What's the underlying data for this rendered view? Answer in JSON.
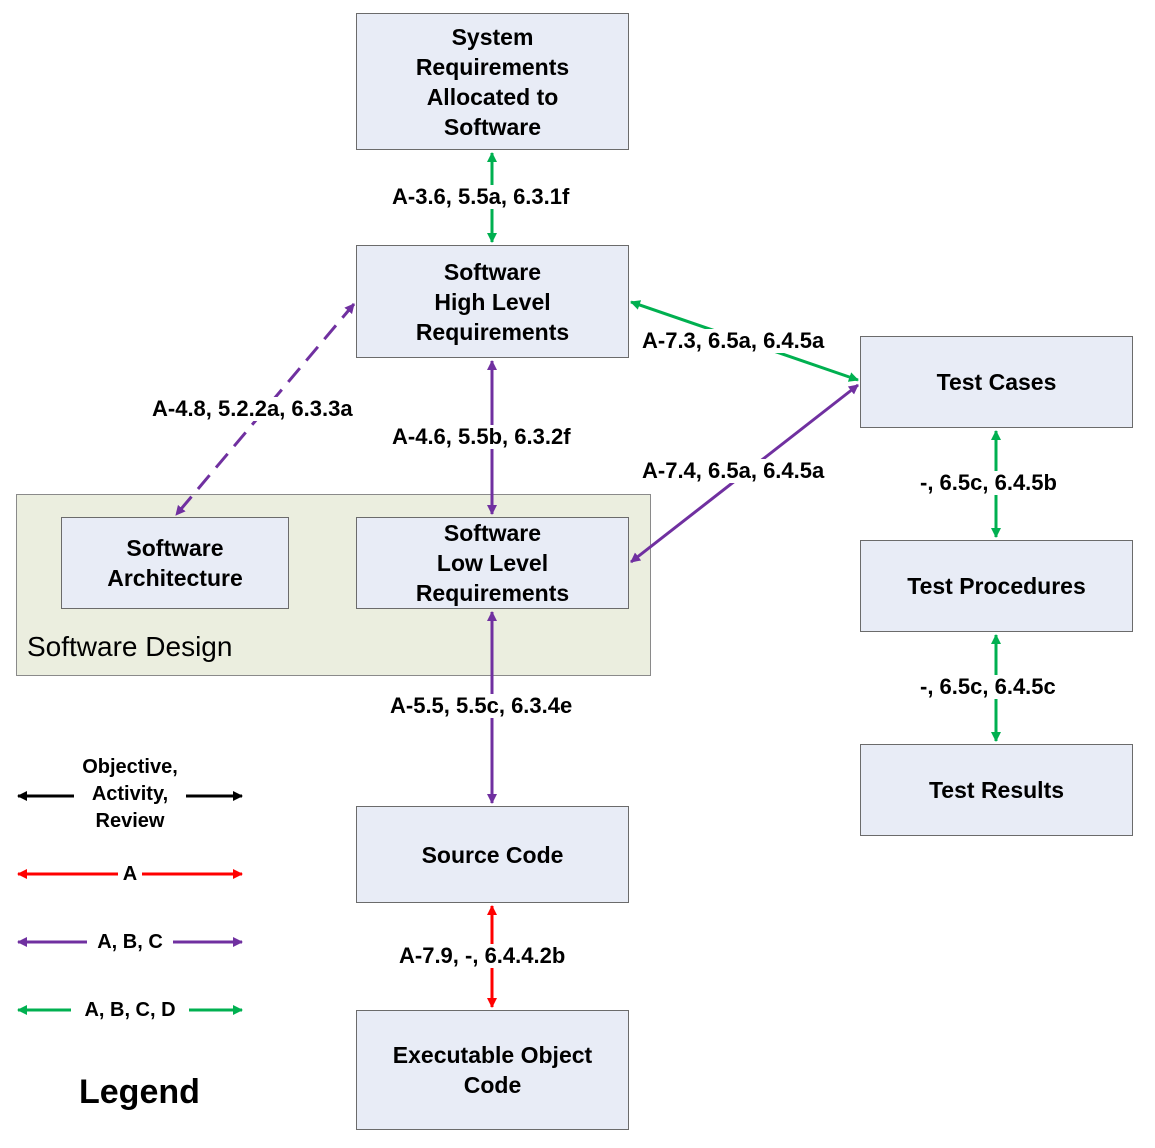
{
  "colors": {
    "green": "#00b050",
    "purple": "#7030a0",
    "red": "#ff0000",
    "black": "#000000",
    "box_fill": "#e8ecf6",
    "group_fill": "#ebeedf"
  },
  "boxes": {
    "system_req": "System\nRequirements\nAllocated to\nSoftware",
    "hlr": "Software\nHigh Level\nRequirements",
    "architecture": "Software\nArchitecture",
    "llr": "Software\nLow Level\nRequirements",
    "source_code": "Source Code",
    "eoc": "Executable Object\nCode",
    "test_cases": "Test Cases",
    "test_procedures": "Test Procedures",
    "test_results": "Test Results"
  },
  "group": {
    "label": "Software Design"
  },
  "connectors": {
    "sys_hlr": "A-3.6, 5.5a, 6.3.1f",
    "hlr_llr": "A-4.6, 5.5b, 6.3.2f",
    "hlr_arch": "A-4.8, 5.2.2a, 6.3.3a",
    "hlr_tc": "A-7.3, 6.5a, 6.4.5a",
    "llr_tc": "A-7.4, 6.5a, 6.4.5a",
    "llr_src": "A-5.5, 5.5c, 6.3.4e",
    "src_eoc": "A-7.9, -, 6.4.4.2b",
    "tc_tp": "-, 6.5c, 6.4.5b",
    "tp_tr": "-, 6.5c, 6.4.5c"
  },
  "legend": {
    "title": "Legend",
    "items": [
      {
        "label": "Objective,\nActivity,\nReview",
        "color": "#000000"
      },
      {
        "label": "A",
        "color": "#ff0000"
      },
      {
        "label": "A, B, C",
        "color": "#7030a0"
      },
      {
        "label": "A, B, C, D",
        "color": "#00b050"
      }
    ]
  }
}
